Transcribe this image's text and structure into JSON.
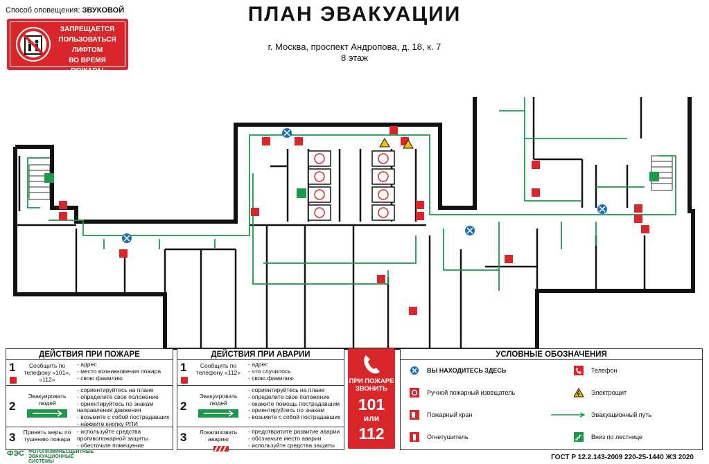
{
  "header": {
    "notify_label": "Способ оповещения:",
    "notify_value": "ЗВУКОВОЙ",
    "title": "ПЛАН ЭВАКУАЦИИ",
    "address": "г. Москва, проспект Андропова, д. 18, к. 7",
    "floor": "8 этаж"
  },
  "lift_sign": {
    "lines": [
      "ЗАПРЕЩАЕТСЯ",
      "ПОЛЬЗОВАТЬСЯ ЛИФТОМ",
      "ВО ВРЕМЯ ПОЖАРА!"
    ]
  },
  "colors": {
    "red": "#d9262b",
    "green": "#1a9a4a",
    "blue": "#1f6fb5",
    "yellow": "#f2c200",
    "wall": "#111111"
  },
  "fire_actions": {
    "title": "ДЕЙСТВИЯ ПРИ ПОЖАРЕ",
    "steps": [
      {
        "num": "1",
        "label": "Сообщить по телефону «101», «112»",
        "items": [
          "- адрес",
          "- место возникновения пожара",
          "- свою фамилию"
        ]
      },
      {
        "num": "2",
        "label": "Эвакуировать людей",
        "items": [
          "- сориентируйтесь на плане",
          "- определите свое положение",
          "- ориентируйтесь по знакам",
          "  направления движения",
          "- возьмите с собой пострадавших",
          "- нажмите кнопку РПИ"
        ]
      },
      {
        "num": "3",
        "label": "Принять меры по тушению пожара",
        "items": [
          "- используйте средства",
          "противопожарной защиты",
          "- обесточьте помещение"
        ]
      }
    ]
  },
  "accident_actions": {
    "title": "ДЕЙСТВИЯ ПРИ АВАРИИ",
    "steps": [
      {
        "num": "1",
        "label": "Сообщить по телефону «112»",
        "items": [
          "- адрес",
          "- что случилось",
          "- свою фамилию"
        ]
      },
      {
        "num": "2",
        "label": "Эвакуировать людей",
        "items": [
          "- сориентируйтесь на плане",
          "- определите свое положение",
          "- окажите помощь пострадавшим",
          "- ориентируйтесь по знакам",
          "- возьмите с собой пострадавших"
        ]
      },
      {
        "num": "3",
        "label": "Локализовать аварию",
        "items": [
          "- предотвратите развитие аварии",
          "- обозначьте место аварии",
          "- используйте средства защиты"
        ]
      }
    ]
  },
  "call_box": {
    "line1": "ПРИ ПОЖАРЕ",
    "line2": "ЗВОНИТЬ",
    "num1": "101",
    "or": "или",
    "num2": "112"
  },
  "legend": {
    "title": "УСЛОВНЫЕ ОБОЗНАЧЕНИЯ",
    "items": [
      {
        "icon": "you-are-here-icon",
        "label": "ВЫ НАХОДИТЕСЬ ЗДЕСЬ"
      },
      {
        "icon": "manual-alarm-icon",
        "label": "Ручной пожарный извещатель"
      },
      {
        "icon": "fire-hydrant-icon",
        "label": "Пожарный кран"
      },
      {
        "icon": "extinguisher-icon",
        "label": "Огнетушитель"
      },
      {
        "icon": "phone-icon",
        "label": "Телефон"
      },
      {
        "icon": "electric-panel-icon",
        "label": "Электрощит"
      },
      {
        "icon": "evac-path-icon",
        "label": "Эвакуационный путь"
      },
      {
        "icon": "stairs-down-icon",
        "label": "Вниз по лестнице"
      }
    ]
  },
  "footer": {
    "gost": "ГОСТ Р 12.2.143-2009 220-25-1440 ЖЗ 2020",
    "fes_lines": [
      "ФОТОЛЮМИНЕСЦЕНТНЫЕ",
      "ЭВАКУАЦИОННЫЕ",
      "СИСТЕМЫ"
    ]
  }
}
